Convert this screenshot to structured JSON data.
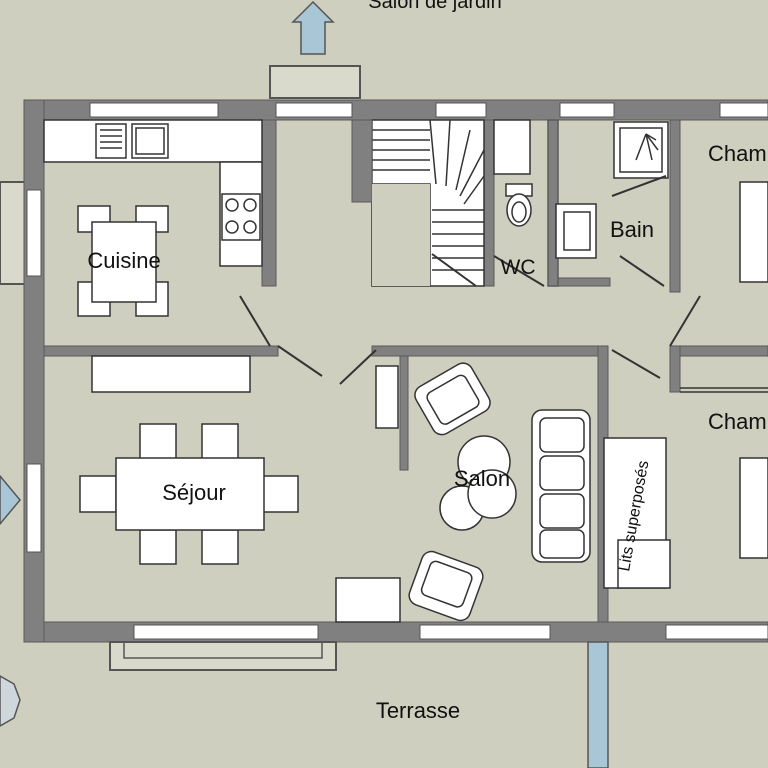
{
  "rooms": {
    "salon_jardin": "Salon de jardin",
    "cuisine": "Cuisine",
    "sejour": "Séjour",
    "salon": "Salon",
    "wc": "WC",
    "bain": "Bain",
    "chambre_1": "Cham",
    "chambre_2": "Cham",
    "lits": "Lits superposés",
    "terrasse": "Terrasse"
  },
  "colors": {
    "background": "#cfcfbf",
    "floor": "#cfcfbf",
    "wall": "#808080",
    "wall_edge": "#5a5a5a",
    "furniture": "#ffffff",
    "outline": "#333333",
    "arrow": "#a9c6d6"
  }
}
